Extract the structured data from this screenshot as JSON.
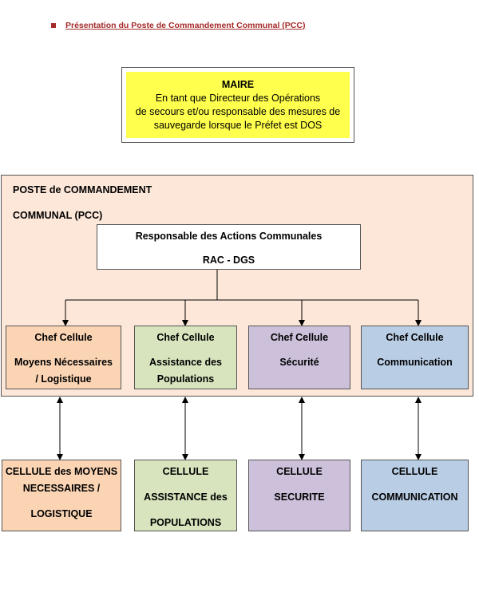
{
  "heading": "Présentation du Poste de Commandement Communal (PCC)",
  "maire": {
    "title": "MAIRE",
    "lines": [
      "En tant que Directeur des Opérations",
      "de secours et/ou responsable des mesures de",
      "sauvegarde lorsque le Préfet est DOS"
    ],
    "highlight_color": "#ffff4d"
  },
  "pcc": {
    "title_line1": "POSTE de COMMANDEMENT",
    "title_line2": "COMMUNAL (PCC)",
    "background_color": "#fde7d9"
  },
  "rac": {
    "line1": "Responsable des Actions Communales",
    "line2": "RAC - DGS"
  },
  "chefs": [
    {
      "line1": "Chef Cellule",
      "line2": "Moyens Nécessaires",
      "line3": "/ Logistique",
      "color": "#fbd4b4"
    },
    {
      "line1": "Chef Cellule",
      "line2": "Assistance des",
      "line3": "Populations",
      "color": "#d7e4bd"
    },
    {
      "line1": "Chef Cellule",
      "line2": "Sécurité",
      "color": "#ccc0da"
    },
    {
      "line1": "Chef Cellule",
      "line2": "Communication",
      "color": "#b9cde5"
    }
  ],
  "cellules": [
    {
      "line1": "CELLULE des MOYENS",
      "line2": "NECESSAIRES /",
      "line3": "LOGISTIQUE",
      "color": "#fbd4b4"
    },
    {
      "line1": "CELLULE",
      "line2": "ASSISTANCE des",
      "line3": "POPULATIONS",
      "color": "#d7e4bd"
    },
    {
      "line1": "CELLULE",
      "line2": "SECURITE",
      "color": "#ccc0da"
    },
    {
      "line1": "CELLULE",
      "line2": "COMMUNICATION",
      "color": "#b9cde5"
    }
  ]
}
